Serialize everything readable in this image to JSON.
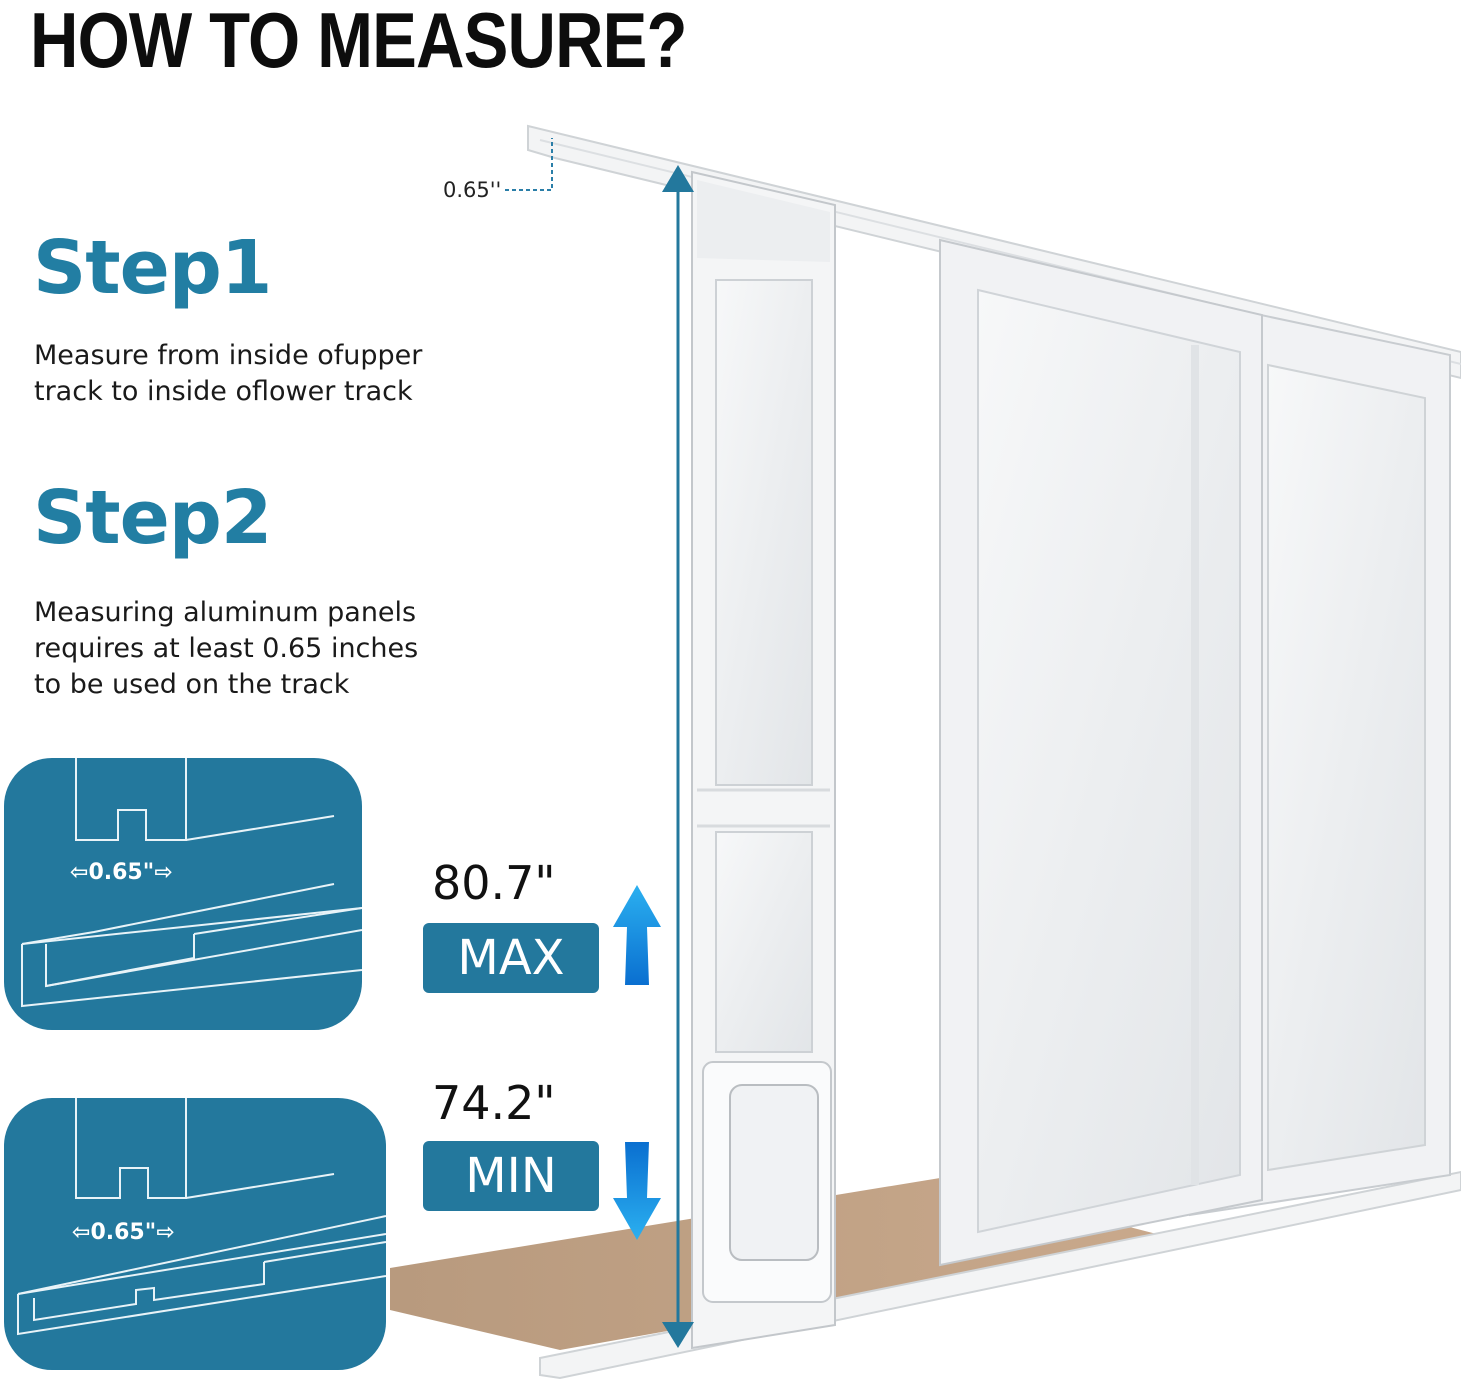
{
  "title": "HOW TO MEASURE?",
  "top_dimension": "0.65''",
  "step1": {
    "heading": "Step1",
    "lines": [
      "Measure from inside ofupper",
      "track to inside oflower track"
    ]
  },
  "step2": {
    "heading": "Step2",
    "lines": [
      "Measuring aluminum panels",
      "requires at least 0.65 inches",
      "to be used on the track"
    ]
  },
  "track_cards": [
    {
      "dimension": "0.65\""
    },
    {
      "dimension": "0.65\""
    }
  ],
  "max": {
    "value": "80.7\"",
    "label": "MAX"
  },
  "min": {
    "value": "74.2\"",
    "label": "MIN"
  },
  "colors": {
    "accent": "#23789d",
    "heading": "#227ea3",
    "arrow": "#1a8fe0",
    "floor": "#c9a98c"
  }
}
